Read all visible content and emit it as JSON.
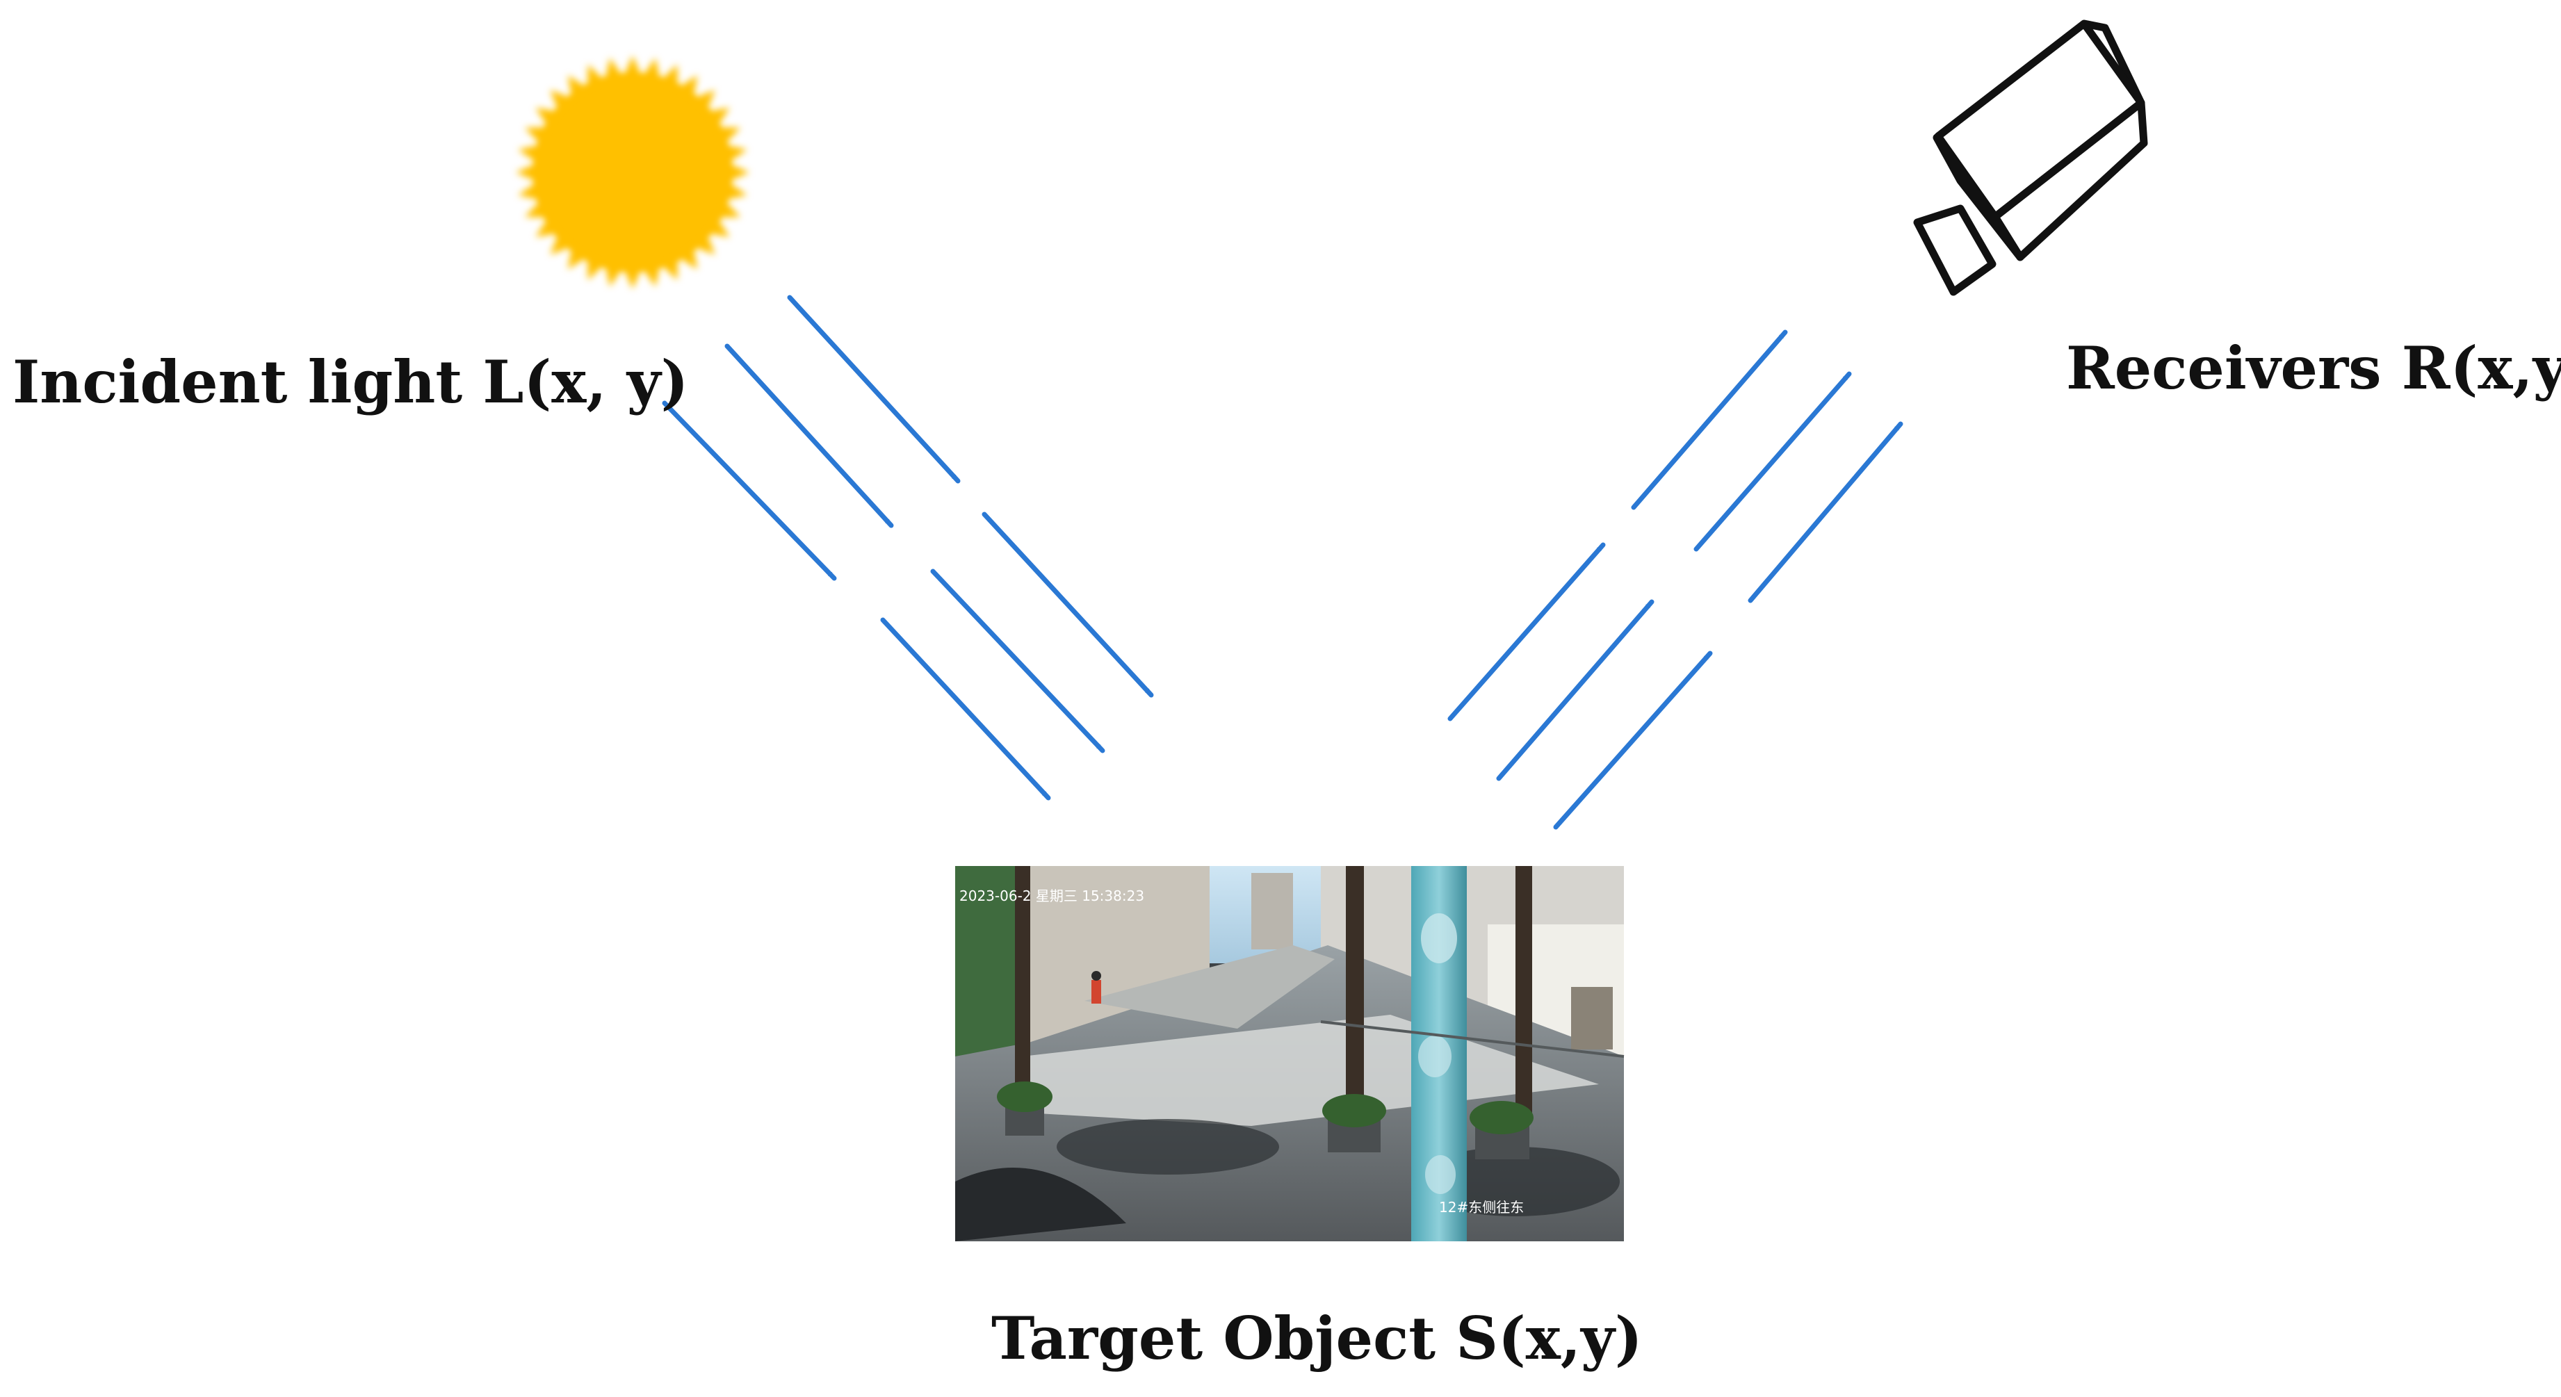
{
  "labels": {
    "incident": "Incident light L(x, y)",
    "receivers": "Receivers R(x,y)",
    "target": "Target Object S(x,y)"
  },
  "photo": {
    "timestamp": "2023-06-2 星期三 15:38:23",
    "caption": "12#东侧往东"
  },
  "icons": {
    "light_source": "sun-icon",
    "receiver": "camera-icon"
  },
  "colors": {
    "sun": "#ffc000",
    "arrow": "#2a78d4"
  }
}
